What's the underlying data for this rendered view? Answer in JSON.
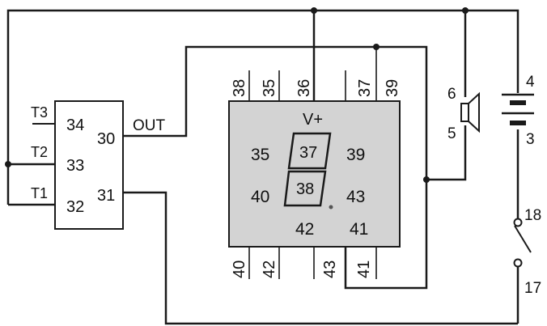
{
  "module_left": {
    "pins": {
      "p34": "34",
      "p33": "33",
      "p32": "32",
      "p30": "30",
      "p31": "31"
    },
    "inputs": {
      "t3": "T3",
      "t2": "T2",
      "t1": "T1"
    },
    "out_label": "OUT"
  },
  "display": {
    "vplus": "V+",
    "segments": {
      "s37": "37",
      "s38": "38"
    },
    "inner": {
      "p35": "35",
      "p39": "39",
      "p40": "40",
      "p43": "43",
      "p42": "42",
      "p41": "41"
    },
    "top_pins": {
      "p38": "38",
      "p35": "35",
      "p36": "36",
      "p37": "37",
      "p39": "39"
    },
    "bottom_pins": {
      "p40": "40",
      "p42": "42",
      "p43": "43",
      "p41": "41"
    }
  },
  "speaker": {
    "p6": "6",
    "p5": "5"
  },
  "battery": {
    "p4": "4",
    "p3": "3"
  },
  "switch": {
    "p18": "18",
    "p17": "17"
  },
  "colors": {
    "wire": "#1a1a1a",
    "display_fill": "#d3d3d3"
  }
}
